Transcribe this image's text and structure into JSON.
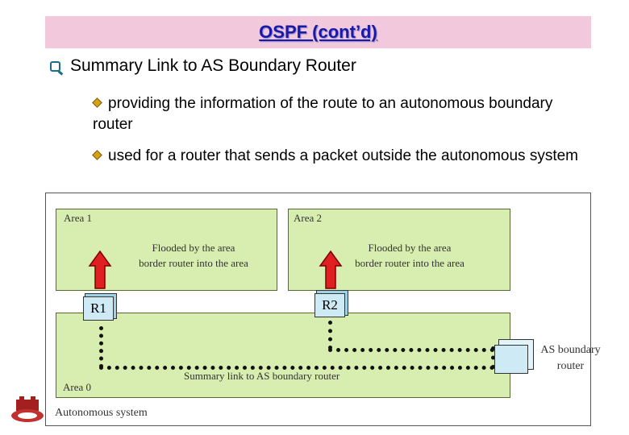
{
  "slide": {
    "title": "OSPF (cont’d)",
    "heading": "Summary Link to AS Boundary Router",
    "bullets": [
      "providing the information of the route to an autonomous boundary router",
      "used for a router that sends a packet outside the autonomous system"
    ]
  },
  "figure": {
    "area1_label": "Area 1",
    "area2_label": "Area 2",
    "area0_label": "Area 0",
    "flood_text_area1": "Flooded by the area border router into the area",
    "flood_text_area2": "Flooded by the area border router into the area",
    "router1_label": "R1",
    "router2_label": "R2",
    "as_router_label": "AS boundary router",
    "summary_link_label": "Summary link to AS boundary router",
    "system_label": "Autonomous system"
  },
  "colors": {
    "title_bg": "#f2c8dc",
    "title_text": "#1a1aa6",
    "area_fill": "#d8edb0",
    "router_fill": "#cdeaf5",
    "arrow_red": "#e02020"
  }
}
